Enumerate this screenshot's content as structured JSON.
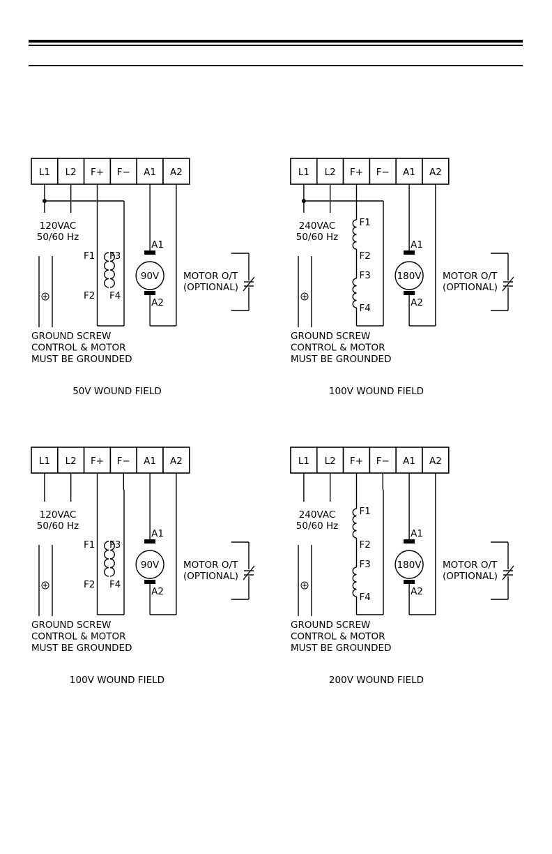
{
  "diagrams": [
    {
      "terminals": [
        "L1",
        "L2",
        "F+",
        "F−",
        "A1",
        "A2"
      ],
      "supply": [
        "120VAC",
        "50/60 Hz"
      ],
      "ground_note": [
        "GROUND SCREW",
        "CONTROL & MOTOR",
        "MUST BE GROUNDED"
      ],
      "field": {
        "series": false,
        "labels": [
          "F1",
          "F3",
          "F2",
          "F4"
        ]
      },
      "armature": {
        "top": "A1",
        "motor": "90V",
        "bottom": "A2"
      },
      "overtemp": [
        "MOTOR O/T",
        "(OPTIONAL)"
      ],
      "caption": "50V WOUND FIELD"
    },
    {
      "terminals": [
        "L1",
        "L2",
        "F+",
        "F−",
        "A1",
        "A2"
      ],
      "supply": [
        "240VAC",
        "50/60 Hz"
      ],
      "ground_note": [
        "GROUND SCREW",
        "CONTROL & MOTOR",
        "MUST BE GROUNDED"
      ],
      "field": {
        "series": true,
        "labels": [
          "F1",
          "F2",
          "F3",
          "F4"
        ]
      },
      "armature": {
        "top": "A1",
        "motor": "180V",
        "bottom": "A2"
      },
      "overtemp": [
        "MOTOR O/T",
        "(OPTIONAL)"
      ],
      "caption": "100V WOUND FIELD"
    },
    {
      "terminals": [
        "L1",
        "L2",
        "F+",
        "F−",
        "A1",
        "A2"
      ],
      "supply": [
        "120VAC",
        "50/60 Hz"
      ],
      "ground_note": [
        "GROUND SCREW",
        "CONTROL & MOTOR",
        "MUST BE GROUNDED"
      ],
      "field": {
        "series": false,
        "labels": [
          "F1",
          "F3",
          "F2",
          "F4"
        ]
      },
      "armature": {
        "top": "A1",
        "motor": "90V",
        "bottom": "A2"
      },
      "overtemp": [
        "MOTOR O/T",
        "(OPTIONAL)"
      ],
      "caption": "100V WOUND FIELD"
    },
    {
      "terminals": [
        "L1",
        "L2",
        "F+",
        "F−",
        "A1",
        "A2"
      ],
      "supply": [
        "240VAC",
        "50/60 Hz"
      ],
      "ground_note": [
        "GROUND SCREW",
        "CONTROL & MOTOR",
        "MUST BE GROUNDED"
      ],
      "field": {
        "series": true,
        "labels": [
          "F1",
          "F2",
          "F3",
          "F4"
        ]
      },
      "armature": {
        "top": "A1",
        "motor": "180V",
        "bottom": "A2"
      },
      "overtemp": [
        "MOTOR O/T",
        "(OPTIONAL)"
      ],
      "caption": "200V WOUND FIELD"
    }
  ]
}
